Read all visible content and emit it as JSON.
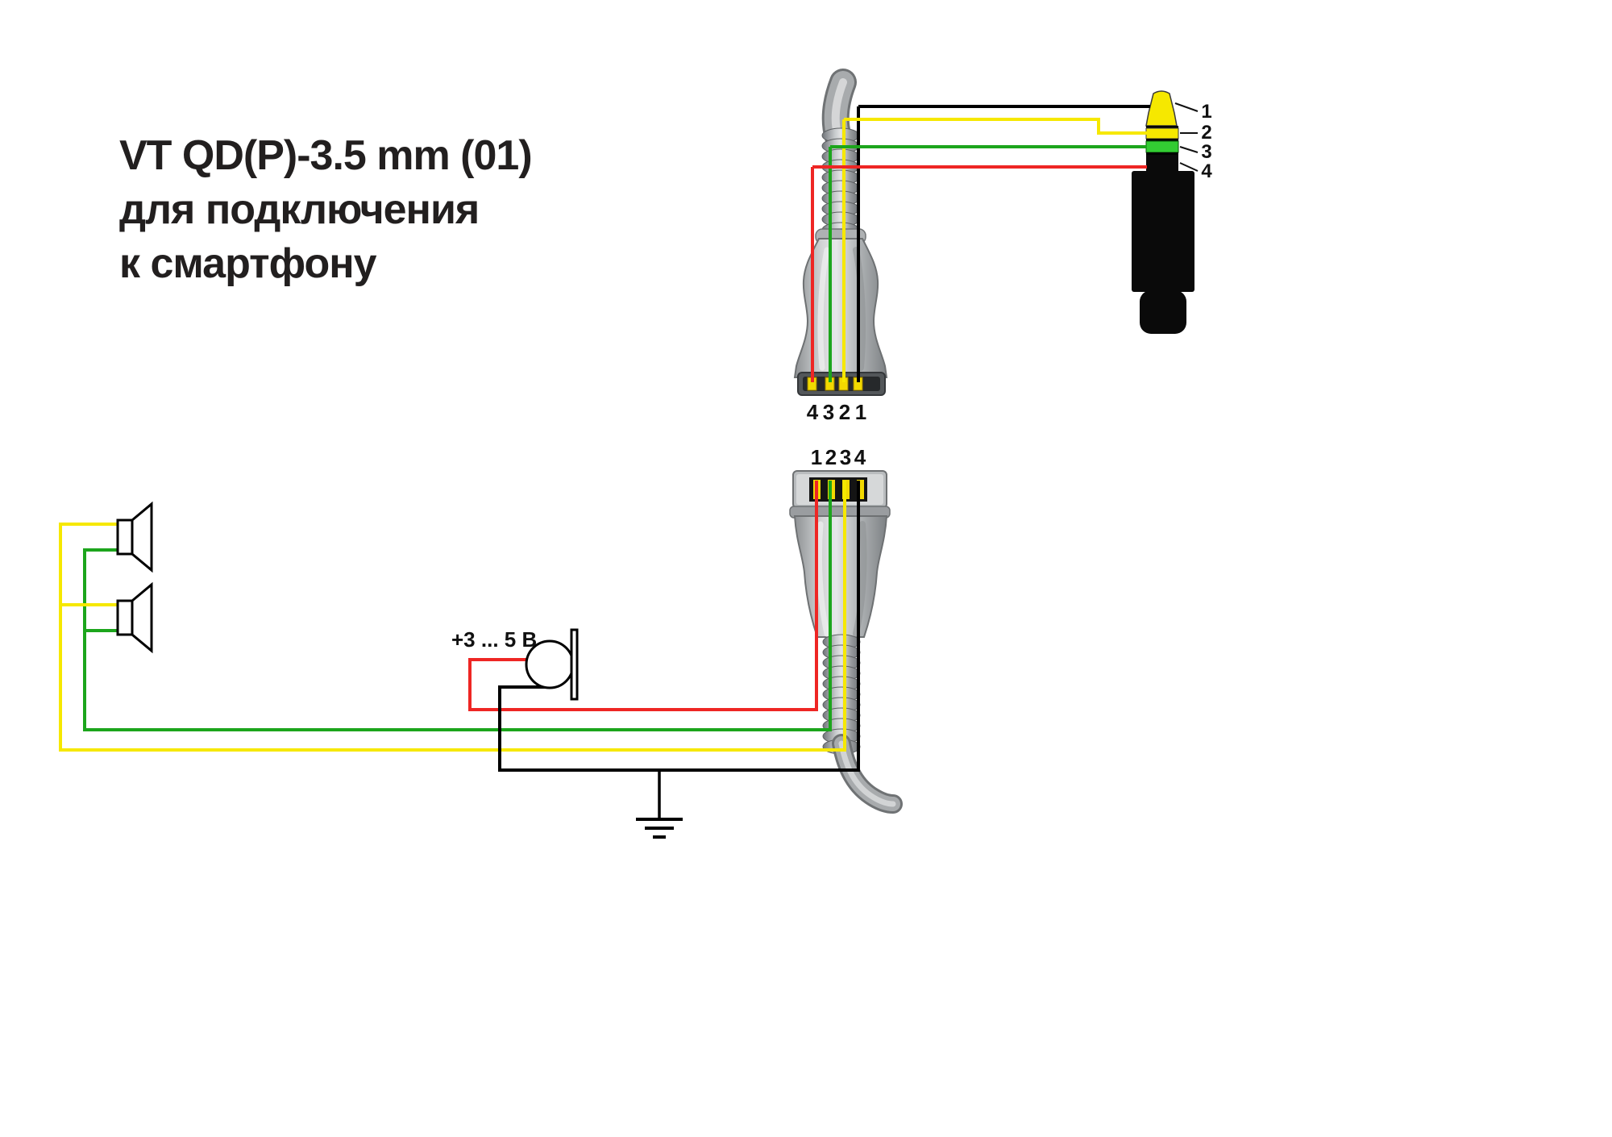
{
  "title": {
    "line1": "VT QD(P)-3.5 mm (01)",
    "line2": "для подключения",
    "line3": "к смартфону"
  },
  "colors": {
    "yellow": "#f6e800",
    "green": "#1ca51c",
    "green_band": "#33cc33",
    "red": "#ee2624",
    "black": "#000000",
    "contact_gold": "#f2d900"
  },
  "top_connector": {
    "pin_labels": [
      "4",
      "3",
      "2",
      "1"
    ]
  },
  "bottom_connector": {
    "pin_labels": [
      "1",
      "2",
      "3",
      "4"
    ]
  },
  "jack": {
    "pin_labels": [
      "1",
      "2",
      "3",
      "4"
    ]
  },
  "microphone": {
    "voltage_label": "+3 ... 5 В"
  }
}
